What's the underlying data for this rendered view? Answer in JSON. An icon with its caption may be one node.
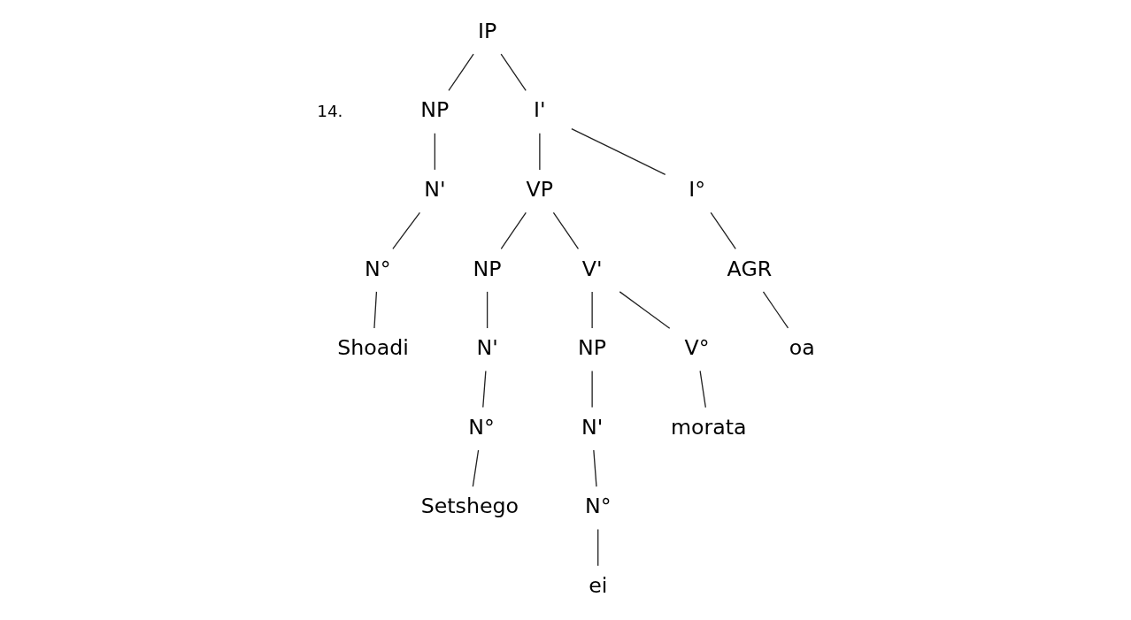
{
  "diagram": {
    "nodes": [
      {
        "text": [
          "IP"
        ]
      },
      {
        "text": [
          "NP"
        ]
      },
      {
        "text": [
          "I'"
        ]
      },
      {
        "text": [
          "VP"
        ]
      },
      {
        "text": [
          "NP"
        ]
      },
      {
        "text": [
          "N'"
        ]
      },
      {
        "text": [
          "I°"
        ]
      },
      {
        "text": [
          "V'"
        ]
      },
      {
        "text": [
          "NP"
        ]
      },
      {
        "text": [
          "N'"
        ]
      },
      {
        "text": [
          "N°"
        ]
      },
      {
        "text": [
          "AGR"
        ]
      },
      {
        "text": [
          "V°"
        ]
      },
      {
        "text": [
          "N'"
        ]
      },
      {
        "text": [
          "N°"
        ]
      },
      {
        "text": [
          "N°"
        ]
      },
      {
        "text": [
          "Shoadi"
        ]
      },
      {
        "text": [
          "oa"
        ]
      },
      {
        "text": [
          "morata"
        ]
      },
      {
        "text": [
          "ei"
        ]
      },
      {
        "text": [
          "Setshego"
        ]
      }
    ],
    "edges": [
      {
        "from": 0,
        "to": 1,
        "arrow": "none"
      },
      {
        "from": 0,
        "to": 2,
        "arrow": "none"
      },
      {
        "from": 1,
        "to": 5,
        "arrow": "none"
      },
      {
        "from": 2,
        "to": 6,
        "arrow": "none"
      },
      {
        "from": 2,
        "to": 3,
        "arrow": "none"
      },
      {
        "from": 3,
        "to": 7,
        "arrow": "none"
      },
      {
        "from": 3,
        "to": 4,
        "arrow": "none"
      },
      {
        "from": 5,
        "to": 10,
        "arrow": "none"
      },
      {
        "from": 6,
        "to": 11,
        "arrow": "none"
      },
      {
        "from": 7,
        "to": 12,
        "arrow": "none"
      },
      {
        "from": 7,
        "to": 8,
        "arrow": "none"
      },
      {
        "from": 4,
        "to": 9,
        "arrow": "none"
      },
      {
        "from": 10,
        "to": 16,
        "arrow": "none"
      },
      {
        "from": 11,
        "to": 17,
        "arrow": "none"
      },
      {
        "from": 12,
        "to": 18,
        "arrow": "none"
      },
      {
        "from": 8,
        "to": 13,
        "arrow": "none"
      },
      {
        "from": 9,
        "to": 14,
        "arrow": "none"
      },
      {
        "from": 13,
        "to": 15,
        "arrow": "none"
      },
      {
        "from": 15,
        "to": 19,
        "arrow": "none"
      },
      {
        "from": 14,
        "to": 20,
        "arrow": "none"
      }
    ],
    "labels": [
      "14."
    ]
  }
}
